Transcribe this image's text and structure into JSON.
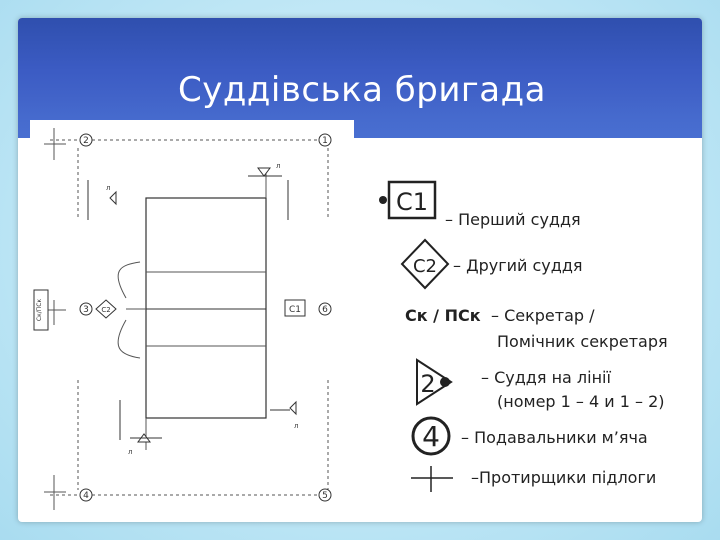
{
  "slide": {
    "title": "Суддівська бригада"
  },
  "diagram": {
    "labels": {
      "n1": "1",
      "n2": "2",
      "n3": "3",
      "n4": "4",
      "n5": "5",
      "n6": "6",
      "c1": "C1",
      "c2": "C2",
      "sk": "Ск/ПСк",
      "l": "л"
    }
  },
  "legend": {
    "first_ref_symbol": "C1",
    "first_ref": "– Перший суддя",
    "second_ref_symbol": "C2",
    "second_ref": "– Другий суддя",
    "scorer_abbr": "Ск / ПСк",
    "scorer_line1": "– Секретар /",
    "scorer_line2": "Помічник секретаря",
    "line_judge_symbol": "2",
    "line_judge_line1": "– Суддя на лінії",
    "line_judge_line2": "(номер 1 – 4 и 1 – 2)",
    "ball_retriever_symbol": "4",
    "ball_retrievers": "– Подавальники м’яча",
    "floor_wipers": "–Протирщики підлоги"
  },
  "colors": {
    "title_band": "#3c5cc4",
    "background": "#b9e3f4"
  }
}
